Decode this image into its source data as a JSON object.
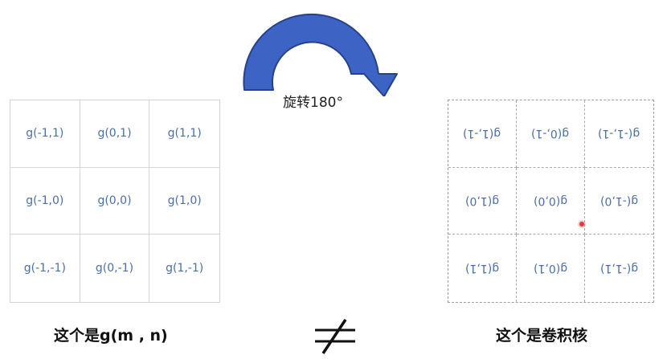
{
  "left_grid": {
    "cells": [
      "g(-1,1)",
      "g(0,1)",
      "g(1,1)",
      "g(-1,0)",
      "g(0,0)",
      "g(1,0)",
      "g(-1,-1)",
      "g(0,-1)",
      "g(1,-1)"
    ]
  },
  "right_grid": {
    "cells": [
      "g(1,-1)",
      "g(0,-1)",
      "g(-1,-1)",
      "g(1,0)",
      "g(0,0)",
      "g(-1,0)",
      "g(1,1)",
      "g(0,1)",
      "g(-1,1)"
    ]
  },
  "arrow": {
    "label": "旋转180°",
    "color": "#3d63c4",
    "stroke": "#26428c"
  },
  "captions": {
    "left": "这个是g(m , n)",
    "right": "这个是卷积核"
  },
  "not_equal_symbol": "≠",
  "marker_color": "#e03b3b"
}
